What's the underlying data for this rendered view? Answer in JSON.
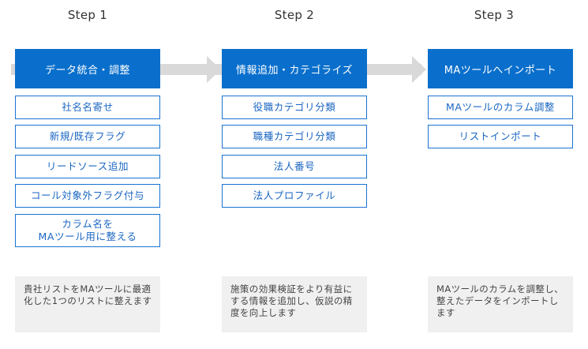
{
  "steps": [
    {
      "label": "Step 1",
      "header": "データ統合・調整",
      "items": [
        "社名名寄せ",
        "新規/既存フラグ",
        "リードソース追加",
        "コール対象外フラグ付与",
        "カラム名を\nMAツール用に整える"
      ],
      "description": "貴社リストをMAツールに最適化した1つのリストに整えます"
    },
    {
      "label": "Step 2",
      "header": "情報追加・カテゴライズ",
      "items": [
        "役職カテゴリ分類",
        "職種カテゴリ分類",
        "法人番号",
        "法人プロファイル"
      ],
      "description": "施策の効果検証をより有益にする情報を追加し、仮説の精度を向上します"
    },
    {
      "label": "Step 3",
      "header": "MAツールへインポート",
      "items": [
        "MAツールのカラム調整",
        "リストインポート"
      ],
      "description": "MAツールのカラムを調整し、整えたデータをインポートします"
    }
  ],
  "colors": {
    "header_bg": "#0a6fcc",
    "item_border": "#1a73d1",
    "item_text": "#1a66c2",
    "arrow": "#d9d9d9",
    "description_bg": "#f0f0f0"
  }
}
